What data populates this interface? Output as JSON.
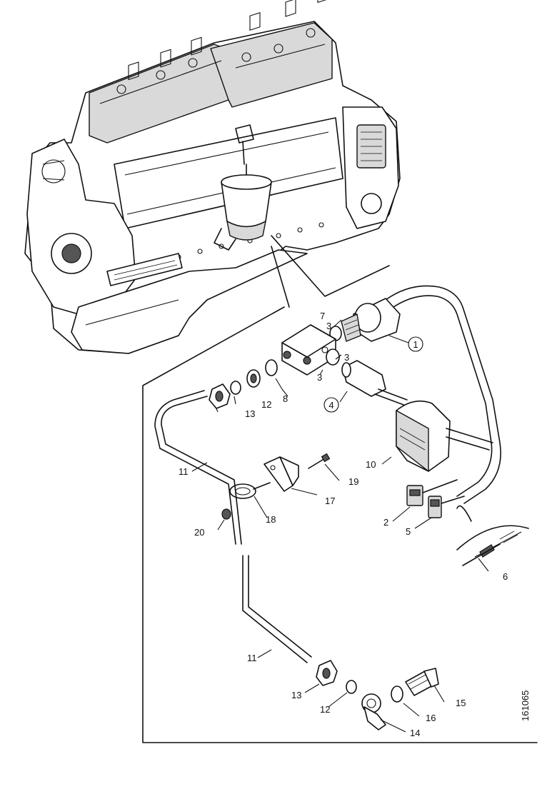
{
  "figure": {
    "drawing_number": "161065",
    "callouts": [
      "1",
      "2",
      "3",
      "3",
      "3",
      "4",
      "5",
      "6",
      "7",
      "8",
      "10",
      "11",
      "11",
      "12",
      "12",
      "13",
      "13",
      "14",
      "15",
      "16",
      "17",
      "18",
      "19",
      "20"
    ]
  }
}
